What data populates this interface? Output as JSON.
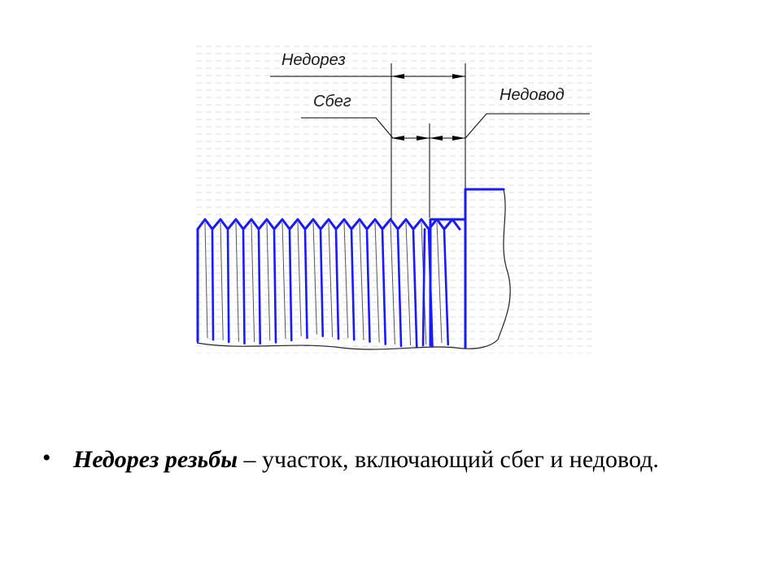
{
  "diagram": {
    "label_nedorez": "Недорез",
    "label_sbeg": "Сбег",
    "label_nedovod": "Недовод",
    "thread_color": "#1a1aff"
  },
  "bullet": {
    "marker": "•",
    "term": "Недорез резьбы",
    "text": " – участок, включающий сбег и недовод."
  }
}
